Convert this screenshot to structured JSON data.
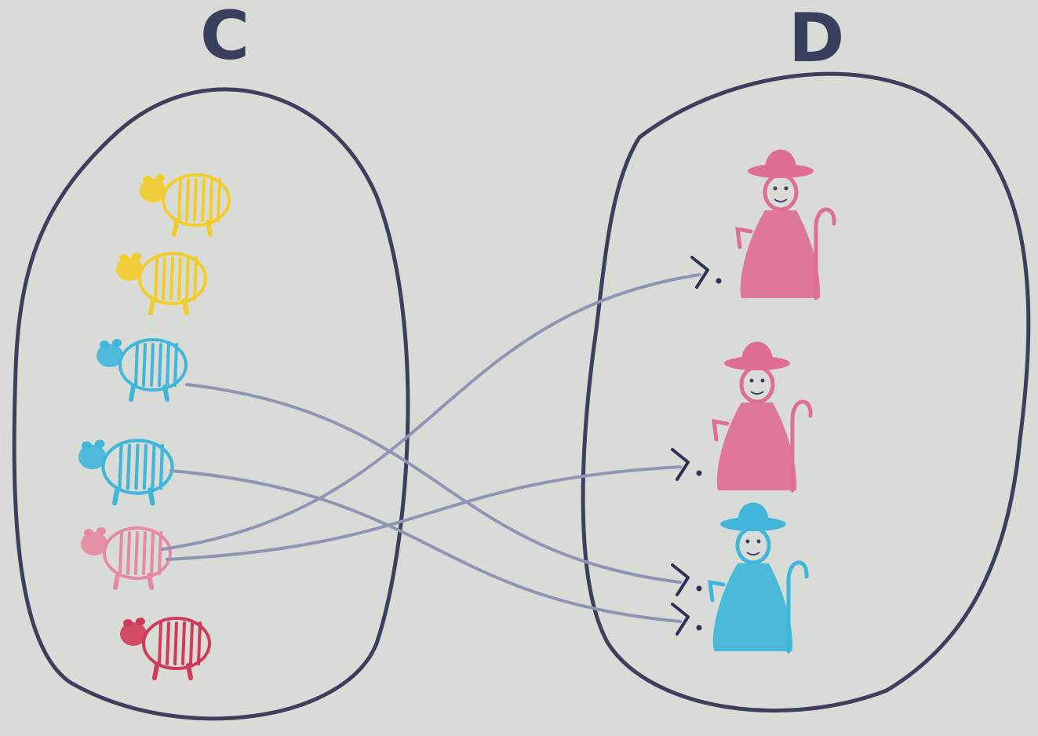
{
  "sets": {
    "left": {
      "label": "C",
      "elements": [
        {
          "id": "sheep-yellow-1",
          "color": "#f2cc2a"
        },
        {
          "id": "sheep-yellow-2",
          "color": "#f2cc2a"
        },
        {
          "id": "sheep-blue-1",
          "color": "#3fb6da"
        },
        {
          "id": "sheep-blue-2",
          "color": "#3fb6da"
        },
        {
          "id": "sheep-pink",
          "color": "#e58aa2"
        },
        {
          "id": "sheep-red",
          "color": "#d03a5a"
        }
      ]
    },
    "right": {
      "label": "D",
      "elements": [
        {
          "id": "shepherd-pink-1",
          "color": "#df6f92"
        },
        {
          "id": "shepherd-pink-2",
          "color": "#df6f92"
        },
        {
          "id": "shepherd-blue",
          "color": "#3fb6da"
        }
      ]
    }
  },
  "mapping": [
    {
      "from": "sheep-blue-1",
      "to": "shepherd-blue"
    },
    {
      "from": "sheep-blue-2",
      "to": "shepherd-blue"
    },
    {
      "from": "sheep-pink",
      "to": "shepherd-pink-1"
    },
    {
      "from": "sheep-pink",
      "to": "shepherd-pink-2"
    }
  ],
  "colors": {
    "paper": "#d9dcd6",
    "outline": "#3d3f5f",
    "arrow": "#8f95b4"
  }
}
